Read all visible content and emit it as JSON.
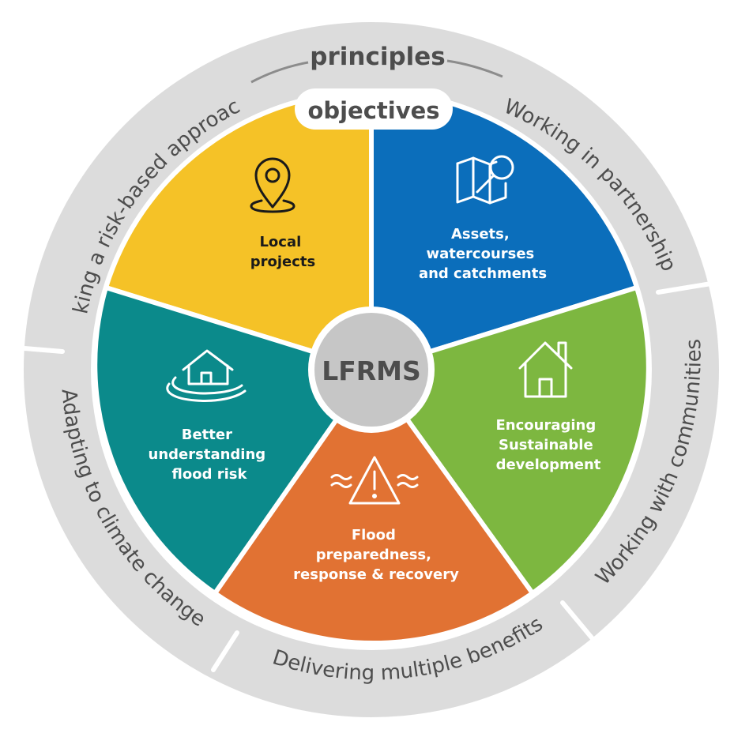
{
  "headings": {
    "principles": "principles",
    "objectives": "objectives"
  },
  "center": {
    "label": "LFRMS"
  },
  "principles": [
    "Taking a risk-based approach",
    "Working in partnership",
    "Working with communities",
    "Delivering multiple benefits",
    "Adapting to climate change"
  ],
  "objectives": [
    {
      "lines": [
        "Local",
        "projects"
      ],
      "icon": "map-pin-icon",
      "color": "#f5c227"
    },
    {
      "lines": [
        "Assets,",
        "watercourses",
        "and catchments"
      ],
      "icon": "map-search-icon",
      "color": "#0b6ebb"
    },
    {
      "lines": [
        "Encouraging",
        "Sustainable",
        "development"
      ],
      "icon": "house-icon",
      "color": "#7db740"
    },
    {
      "lines": [
        "Flood",
        "preparedness,",
        "response & recovery"
      ],
      "icon": "flood-warning-icon",
      "color": "#e17233"
    },
    {
      "lines": [
        "Better",
        "understanding",
        "flood risk"
      ],
      "icon": "flooded-house-icon",
      "color": "#0b8a8b"
    }
  ],
  "colors": {
    "ring": "#dcdcdc",
    "center": "#c6c6c6",
    "text": "#4d4d4d"
  }
}
